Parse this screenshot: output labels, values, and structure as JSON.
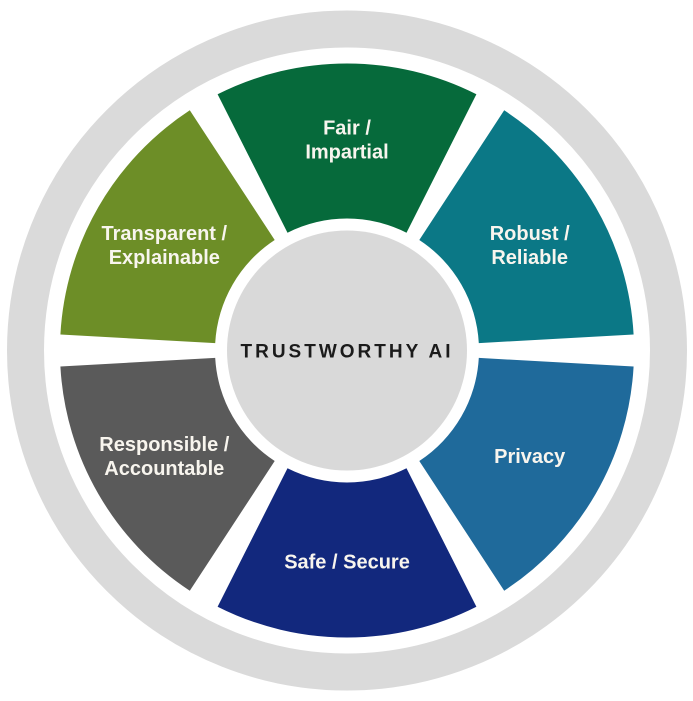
{
  "diagram": {
    "center": {
      "label": "TRUSTWORTHY AI",
      "fill": "#D9D9D9",
      "text_color": "#1B1B1B"
    },
    "ring": {
      "color": "#DADADA",
      "gap_color": "#FFFFFF"
    },
    "label_color": "#F8F5EE",
    "segments": [
      {
        "id": "fair-impartial",
        "lines": [
          "Fair /",
          "Impartial"
        ],
        "color": "#066A3B"
      },
      {
        "id": "robust-reliable",
        "lines": [
          "Robust /",
          "Reliable"
        ],
        "color": "#0B7886"
      },
      {
        "id": "privacy",
        "lines": [
          "Privacy"
        ],
        "color": "#1F6A9B"
      },
      {
        "id": "safe-secure",
        "lines": [
          "Safe / Secure"
        ],
        "color": "#12287D"
      },
      {
        "id": "responsible-accountable",
        "lines": [
          "Responsible /",
          "Accountable"
        ],
        "color": "#5A5A5A"
      },
      {
        "id": "transparent-explainable",
        "lines": [
          "Transparent /",
          "Explainable"
        ],
        "color": "#6D8E27"
      }
    ]
  }
}
